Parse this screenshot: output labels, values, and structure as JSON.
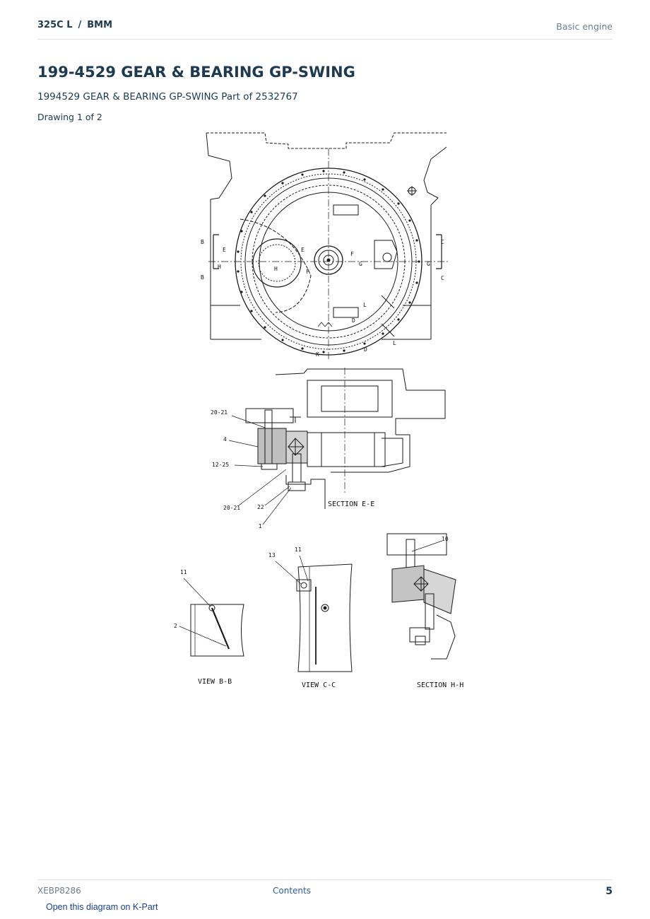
{
  "header": {
    "model": "325C L",
    "separator": "/",
    "code": "BMM",
    "section": "Basic engine"
  },
  "page": {
    "title": "199-4529 GEAR & BEARING GP-SWING",
    "subtitle": "1994529 GEAR & BEARING GP-SWING Part of 2532767",
    "drawing_label": "Drawing 1 of 2"
  },
  "drawing": {
    "top_view_letters": [
      "B",
      "B",
      "E",
      "H",
      "H",
      "E",
      "F",
      "F",
      "G",
      "G",
      "C",
      "C",
      "L",
      "L",
      "D",
      "D",
      "K"
    ],
    "section_ee": {
      "callouts": [
        "20-21",
        "4",
        "12-25",
        "20-21",
        "22",
        "1"
      ],
      "caption": "SECTION E-E"
    },
    "view_bb": {
      "callouts": [
        "11",
        "2"
      ],
      "caption": "VIEW B-B"
    },
    "view_cc": {
      "callouts": [
        "13",
        "11"
      ],
      "caption": "VIEW C-C"
    },
    "section_hh": {
      "callouts": [
        "10"
      ],
      "caption": "SECTION H-H"
    }
  },
  "footer": {
    "doc_id": "XEBP8286",
    "contents_link": "Contents",
    "page_number": "5",
    "kpart_link": "Open this diagram on K-Part"
  }
}
